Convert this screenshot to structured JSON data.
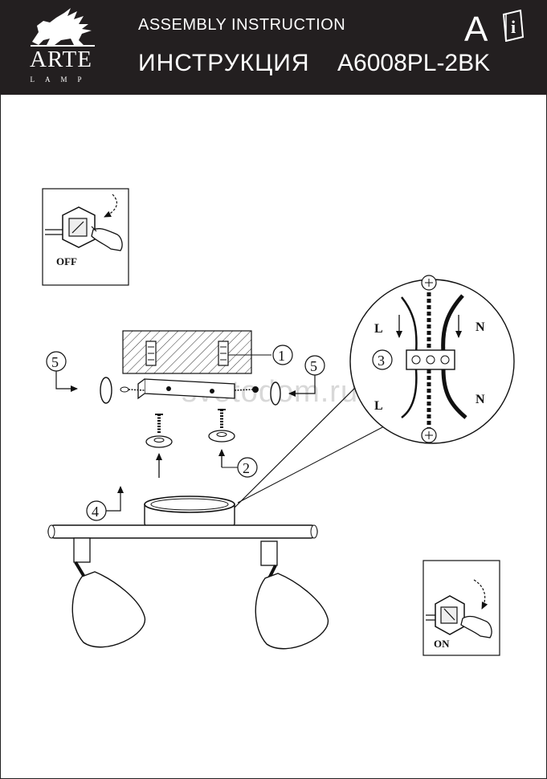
{
  "header": {
    "brand": "ARTE",
    "brand_sub": "LAMP",
    "title_en": "ASSEMBLY INSTRUCTION",
    "title_ru": "ИНСТРУКЦИЯ",
    "model": "A6008PL-2BK",
    "language_letter": "A",
    "info_icon_glyph": "i"
  },
  "switch_off": {
    "label": "OFF"
  },
  "switch_on": {
    "label": "ON"
  },
  "steps": [
    "1",
    "2",
    "3",
    "4",
    "5",
    "5"
  ],
  "wiring": {
    "left_top": "L",
    "right_top": "N",
    "left_bottom": "L",
    "right_bottom": "N"
  },
  "watermark": "svetodom.ru",
  "colors": {
    "header_bg": "#231f20",
    "line": "#111111"
  }
}
